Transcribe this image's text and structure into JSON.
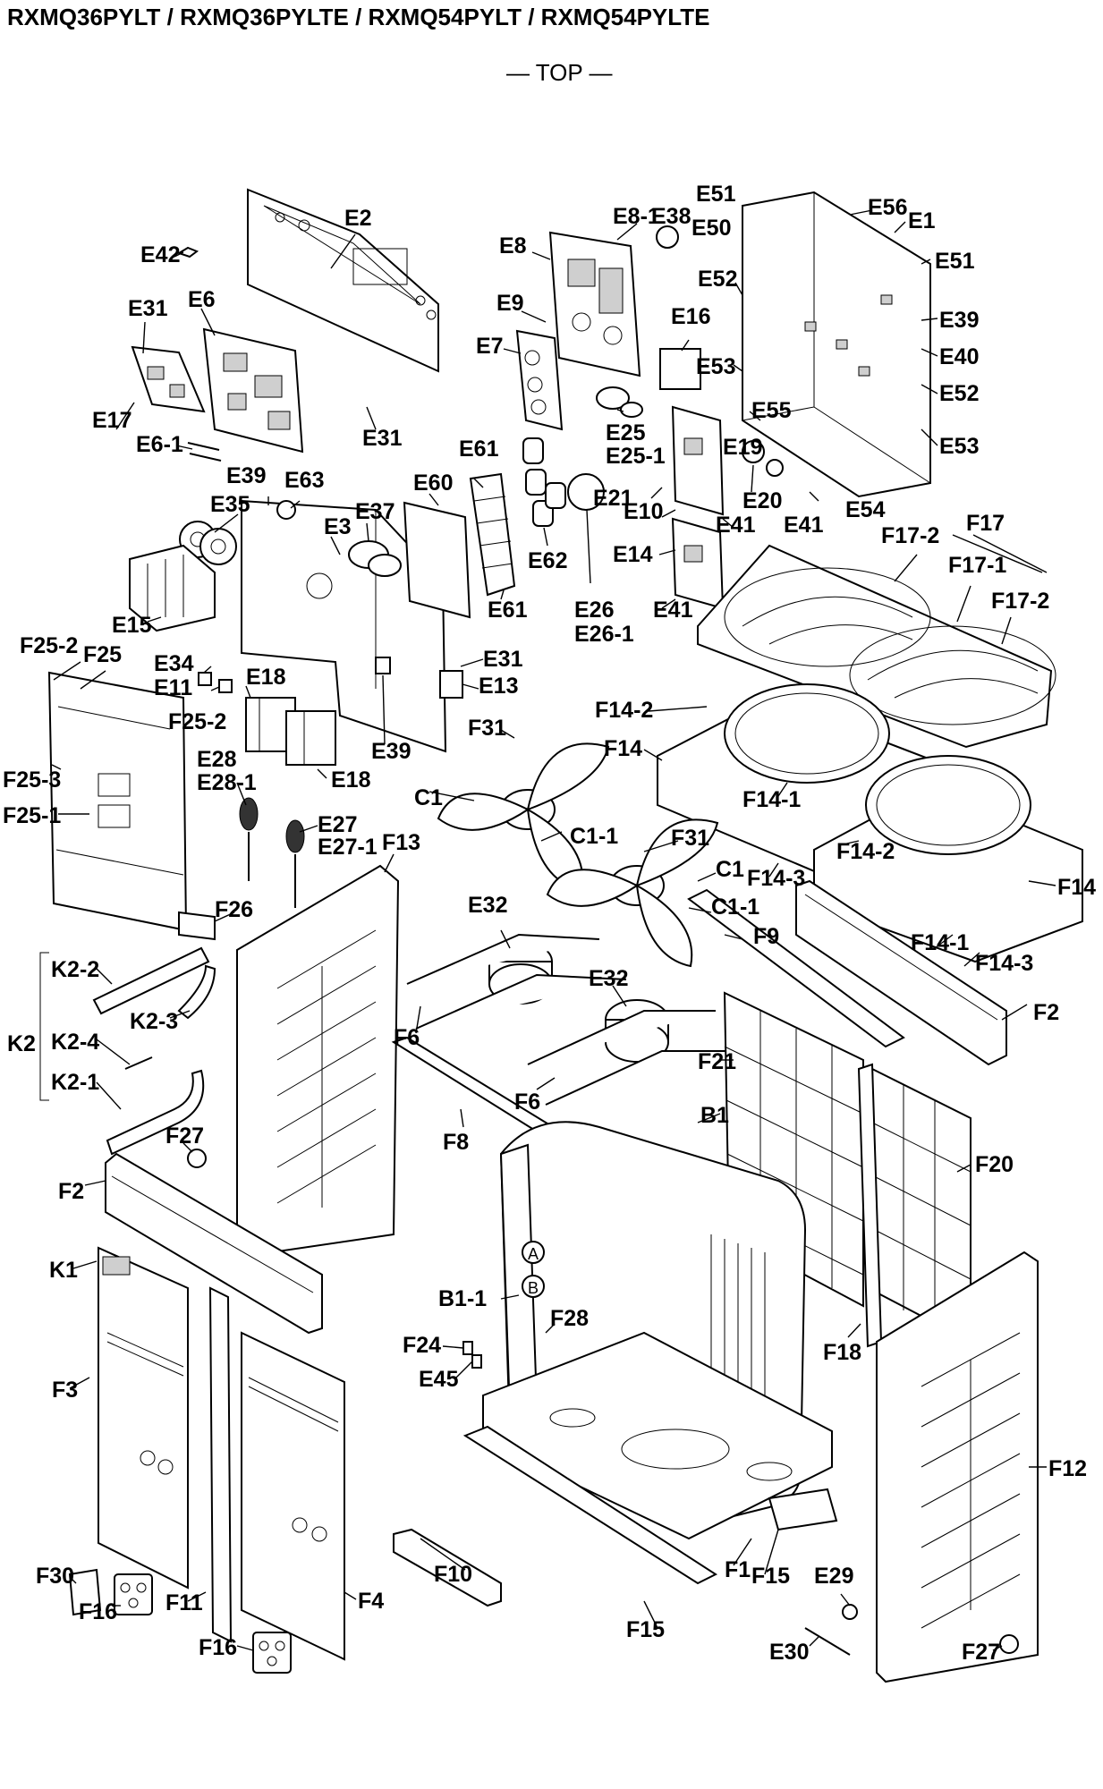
{
  "title": "RXMQ36PYLT / RXMQ36PYLTE / RXMQ54PYLT / RXMQ54PYLTE",
  "section": "— TOP —",
  "callouts": {
    "E2": "E2",
    "E42": "E42",
    "E31_a": "E31",
    "E6": "E6",
    "E17": "E17",
    "E6_1": "E6-1",
    "E31_b": "E31",
    "E39_a": "E39",
    "E63": "E63",
    "E35": "E35",
    "E37": "E37",
    "E3": "E3",
    "E15": "E15",
    "E60": "E60",
    "E61_a": "E61",
    "E61_b": "E61",
    "E62": "E62",
    "E8_1": "E8-1",
    "E38": "E38",
    "E8": "E8",
    "E9": "E9",
    "E7": "E7",
    "E16": "E16",
    "E53_a": "E53",
    "E25": "E25",
    "E25_1": "E25-1",
    "E21": "E21",
    "E10": "E10",
    "E14": "E14",
    "E26": "E26",
    "E26_1": "E26-1",
    "E41_a": "E41",
    "E41_b": "E41",
    "E41_c": "E41",
    "E51_a": "E51",
    "E50": "E50",
    "E56": "E56",
    "E1": "E1",
    "E51_b": "E51",
    "E52_a": "E52",
    "E39_b": "E39",
    "E40": "E40",
    "E52_b": "E52",
    "E55": "E55",
    "E53_b": "E53",
    "E19": "E19",
    "E20": "E20",
    "E54": "E54",
    "F17": "F17",
    "F17_2a": "F17-2",
    "F17_1": "F17-1",
    "F17_2b": "F17-2",
    "F25_2a": "F25-2",
    "F25": "F25",
    "F25_2b": "F25-2",
    "F25_3": "F25-3",
    "F25_1": "F25-1",
    "F26": "F26",
    "E34": "E34",
    "E11": "E11",
    "E18_a": "E18",
    "E18_b": "E18",
    "E28": "E28",
    "E28_1": "E28-1",
    "E27": "E27",
    "E27_1": "E27-1",
    "E39_c": "E39",
    "E31_c": "E31",
    "E13": "E13",
    "F14_2a": "F14-2",
    "F14": "F14",
    "F31_a": "F31",
    "C1_a": "C1",
    "C1_1a": "C1-1",
    "F31_b": "F31",
    "F14_1a": "F14-1",
    "F14_2b": "F14-2",
    "F14_3a": "F14-3",
    "C1_b": "C1",
    "C1_1b": "C1-1",
    "F14_b": "F14",
    "F14_1b": "F14-1",
    "F14_3b": "F14-3",
    "F13": "F13",
    "E32_a": "E32",
    "F9": "F9",
    "F2_a": "F2",
    "F6_a": "F6",
    "E32_b": "E32",
    "F6_b": "F6",
    "K2": "K2",
    "K2_2": "K2-2",
    "K2_3": "K2-3",
    "K2_4": "K2-4",
    "K2_1": "K2-1",
    "F27_a": "F27",
    "F21": "F21",
    "F8": "F8",
    "B1": "B1",
    "F20": "F20",
    "F2_b": "F2",
    "K1": "K1",
    "B1_1": "B1-1",
    "F28": "F28",
    "F24": "F24",
    "E45": "E45",
    "F18": "F18",
    "F3": "F3",
    "F12": "F12",
    "F30": "F30",
    "F16_a": "F16",
    "F11": "F11",
    "F10": "F10",
    "F1": "F1",
    "F15_a": "F15",
    "E29": "E29",
    "F4": "F4",
    "F16_b": "F16",
    "F15_b": "F15",
    "E30": "E30",
    "F27_b": "F27",
    "circle_A": "A",
    "circle_B": "B"
  }
}
